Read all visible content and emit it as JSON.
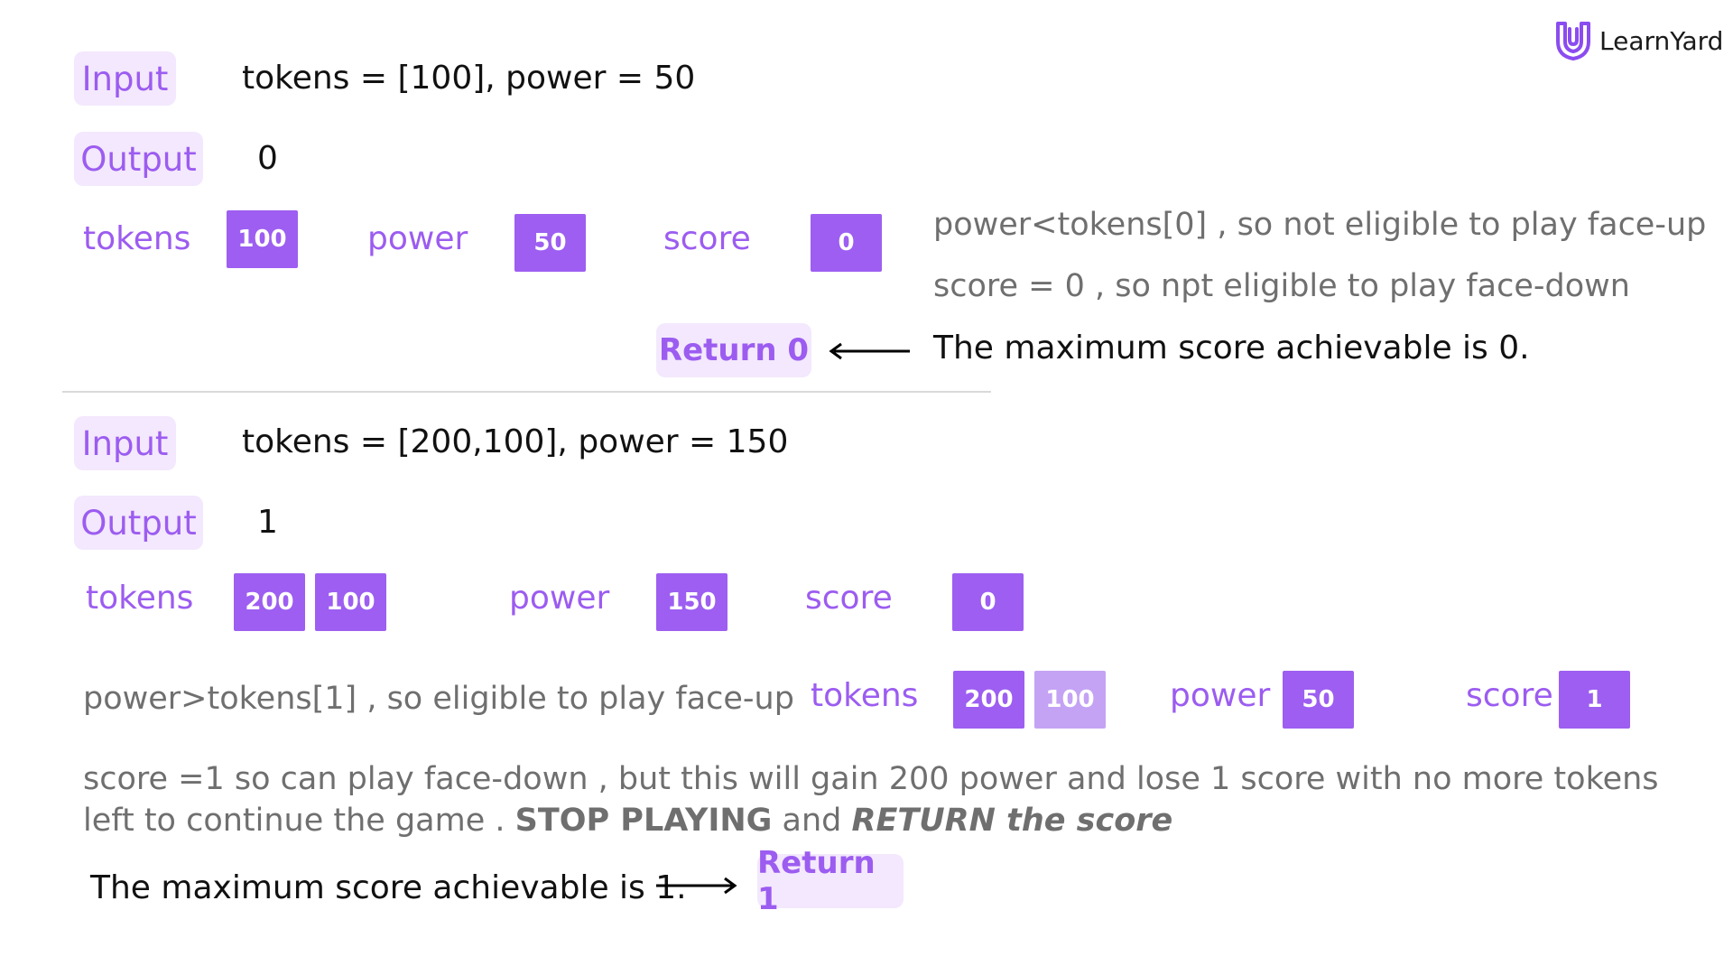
{
  "brand": {
    "name": "LearnYard",
    "accent": "#9d5ef1",
    "pill_bg": "#f3e8fd"
  },
  "example1": {
    "input_label": "Input",
    "input_value": "tokens = [100], power = 50",
    "output_label": "Output",
    "output_value": "0",
    "tokens_label": "tokens",
    "tokens": [
      "100"
    ],
    "power_label": "power",
    "power": "50",
    "score_label": "score",
    "score": "0",
    "note1": "power<tokens[0] , so not eligible to play face-up",
    "note2": "score = 0 , so npt eligible to play face-down",
    "return_label": "Return 0",
    "conclusion": "The maximum score achievable is 0."
  },
  "example2": {
    "input_label": "Input",
    "input_value": "tokens = [200,100], power = 150",
    "output_label": "Output",
    "output_value": "1",
    "tokens_label": "tokens",
    "tokens": [
      "200",
      "100"
    ],
    "power_label": "power",
    "power": "150",
    "score_label": "score",
    "score": "0",
    "note_faceup": "power>tokens[1] , so eligible to play face-up",
    "after_tokens_label": "tokens",
    "after_tokens": [
      "200",
      "100"
    ],
    "after_power_label": "power",
    "after_power": "50",
    "after_score_label": "score",
    "after_score": "1",
    "para_text": "score =1 so can play face-down , but this will gain 200 power and lose 1 score with no more tokens left  to continue the game . ",
    "para_bold": "STOP PLAYING",
    "para_and": " and ",
    "para_em": "RETURN the score",
    "conclusion": "The maximum score achievable is 1.",
    "return_label": "Return 1"
  }
}
